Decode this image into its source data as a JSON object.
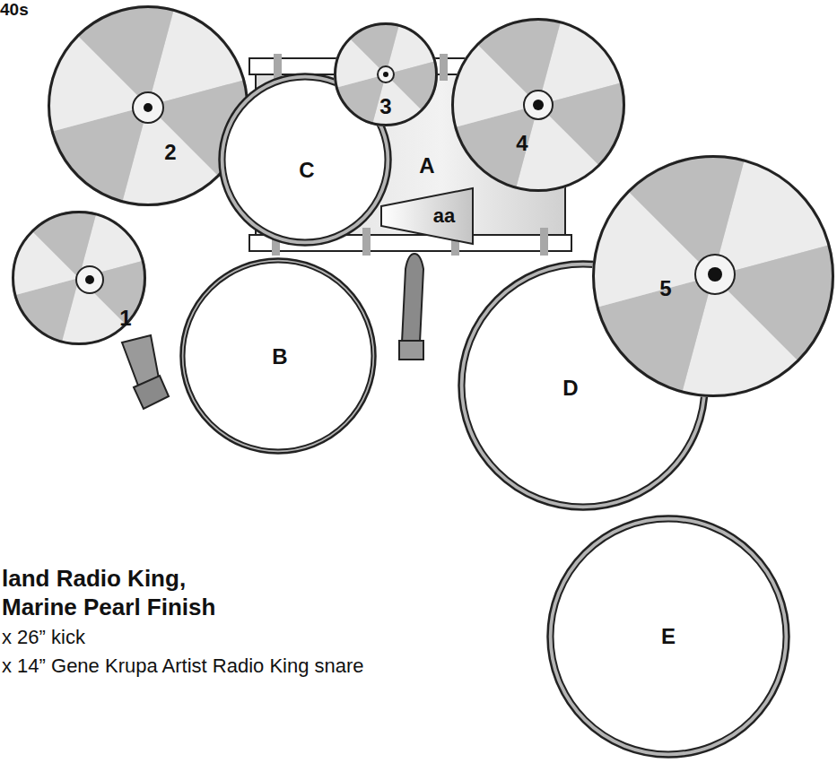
{
  "diagram": {
    "nodes": [
      {
        "text": [
          "2"
        ]
      },
      {
        "text": [
          "3"
        ]
      },
      {
        "text": [
          "C"
        ]
      },
      {
        "text": [
          "A"
        ]
      },
      {
        "text": [
          "4"
        ]
      },
      {
        "text": [
          "aa"
        ]
      },
      {
        "text": [
          "1"
        ]
      },
      {
        "text": [
          "B"
        ]
      },
      {
        "text": [
          "5"
        ]
      },
      {
        "text": [
          "D"
        ]
      },
      {
        "text": [
          "E"
        ]
      }
    ],
    "labels": [
      "40s",
      "land Radio King,",
      "Marine Pearl Finish",
      "x 26” kick",
      "x 14” Gene Krupa Artist Radio King snare"
    ]
  }
}
